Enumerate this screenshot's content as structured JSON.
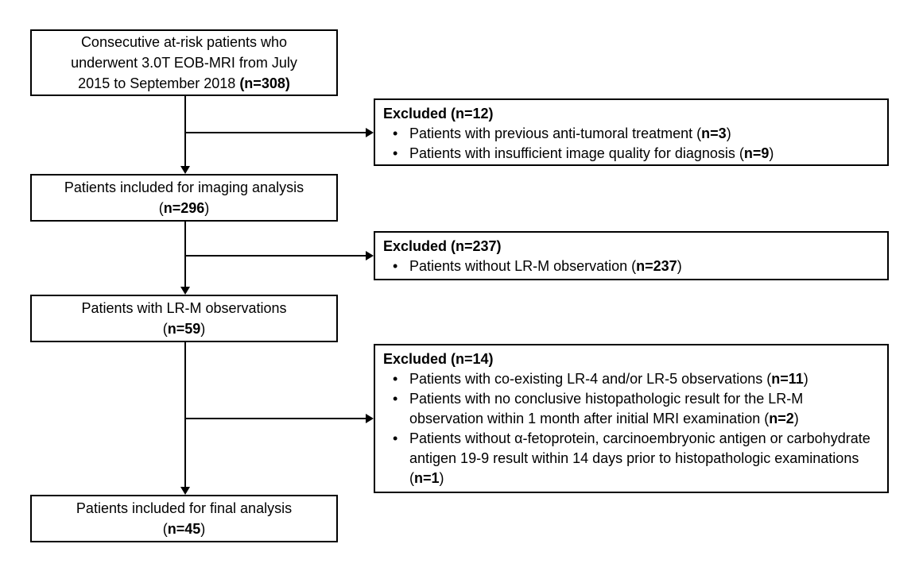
{
  "palette": {
    "background": "#ffffff",
    "box_border": "#000000",
    "text": "#000000",
    "connector": "#000000"
  },
  "bullet_char": "•",
  "main_boxes": [
    {
      "name": "consecutive-patients",
      "lines": [
        [
          {
            "t": "Consecutive at-risk patients who",
            "b": false
          }
        ],
        [
          {
            "t": "underwent 3.0T EOB-MRI from July",
            "b": false
          }
        ],
        [
          {
            "t": "2015 to September 2018 ",
            "b": false
          },
          {
            "t": "(n=308)",
            "b": true
          }
        ]
      ]
    },
    {
      "name": "imaging-analysis",
      "lines": [
        [
          {
            "t": "Patients included for imaging analysis",
            "b": false
          }
        ],
        [
          {
            "t": "(",
            "b": false
          },
          {
            "t": "n=296",
            "b": true
          },
          {
            "t": ")",
            "b": false
          }
        ]
      ]
    },
    {
      "name": "lrm-observations",
      "lines": [
        [
          {
            "t": "Patients with LR-M observations",
            "b": false
          }
        ],
        [
          {
            "t": "(",
            "b": false
          },
          {
            "t": "n=59",
            "b": true
          },
          {
            "t": ")",
            "b": false
          }
        ]
      ]
    },
    {
      "name": "final-analysis",
      "lines": [
        [
          {
            "t": "Patients included for final analysis",
            "b": false
          }
        ],
        [
          {
            "t": "(",
            "b": false
          },
          {
            "t": "n=45",
            "b": true
          },
          {
            "t": ")",
            "b": false
          }
        ]
      ]
    }
  ],
  "excluded_boxes": [
    {
      "name": "excluded-12",
      "title": [
        {
          "t": "Excluded (n=12)",
          "b": true
        }
      ],
      "items": [
        [
          {
            "t": "Patients with previous anti-tumoral treatment (",
            "b": false
          },
          {
            "t": "n=3",
            "b": true
          },
          {
            "t": ")",
            "b": false
          }
        ],
        [
          {
            "t": "Patients with insufficient image quality for diagnosis (",
            "b": false
          },
          {
            "t": "n=9",
            "b": true
          },
          {
            "t": ")",
            "b": false
          }
        ]
      ]
    },
    {
      "name": "excluded-237",
      "title": [
        {
          "t": "Excluded (n=237)",
          "b": true
        }
      ],
      "items": [
        [
          {
            "t": "Patients without LR-M observation (",
            "b": false
          },
          {
            "t": "n=237",
            "b": true
          },
          {
            "t": ")",
            "b": false
          }
        ]
      ]
    },
    {
      "name": "excluded-14",
      "title": [
        {
          "t": "Excluded (n=14)",
          "b": true
        }
      ],
      "items": [
        [
          {
            "t": "Patients with co-existing LR-4 and/or LR-5 observations (",
            "b": false
          },
          {
            "t": "n=11",
            "b": true
          },
          {
            "t": ")",
            "b": false
          }
        ],
        [
          {
            "t": "Patients with no conclusive histopathologic result for the LR-M observation within 1 month after initial MRI examination (",
            "b": false
          },
          {
            "t": "n=2",
            "b": true
          },
          {
            "t": ")",
            "b": false
          }
        ],
        [
          {
            "t": "Patients without α-fetoprotein, carcinoembryonic antigen or carbohydrate antigen 19-9 result within 14 days prior to histopathologic examinations (",
            "b": false
          },
          {
            "t": "n=1",
            "b": true
          },
          {
            "t": ")",
            "b": false
          }
        ]
      ]
    }
  ]
}
